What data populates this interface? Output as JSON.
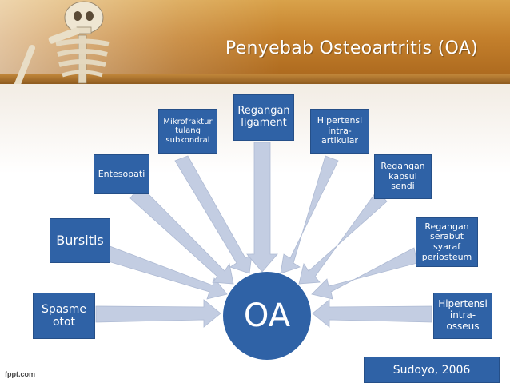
{
  "slide": {
    "title": "Penyebab Osteoartritis (OA)",
    "center_label": "OA",
    "causes": [
      "Spasme\notot",
      "Bursitis",
      "Entesopati",
      "Mikrofraktur\ntulang\nsubkondral",
      "Regangan\nligament",
      "Hipertensi\nintra-\nartikular",
      "Regangan\nkapsul\nsendi",
      "Regangan\nserabut\nsyaraf\nperiosteum",
      "Hipertensi\nintra-\nosseus"
    ],
    "credit": "Sudoyo, 2006",
    "logo_text": "fppt.com"
  },
  "colors": {
    "box_fill": "#2f62a6",
    "arrow_fill": "#c3cde2",
    "header_gold": "#c4802c"
  }
}
